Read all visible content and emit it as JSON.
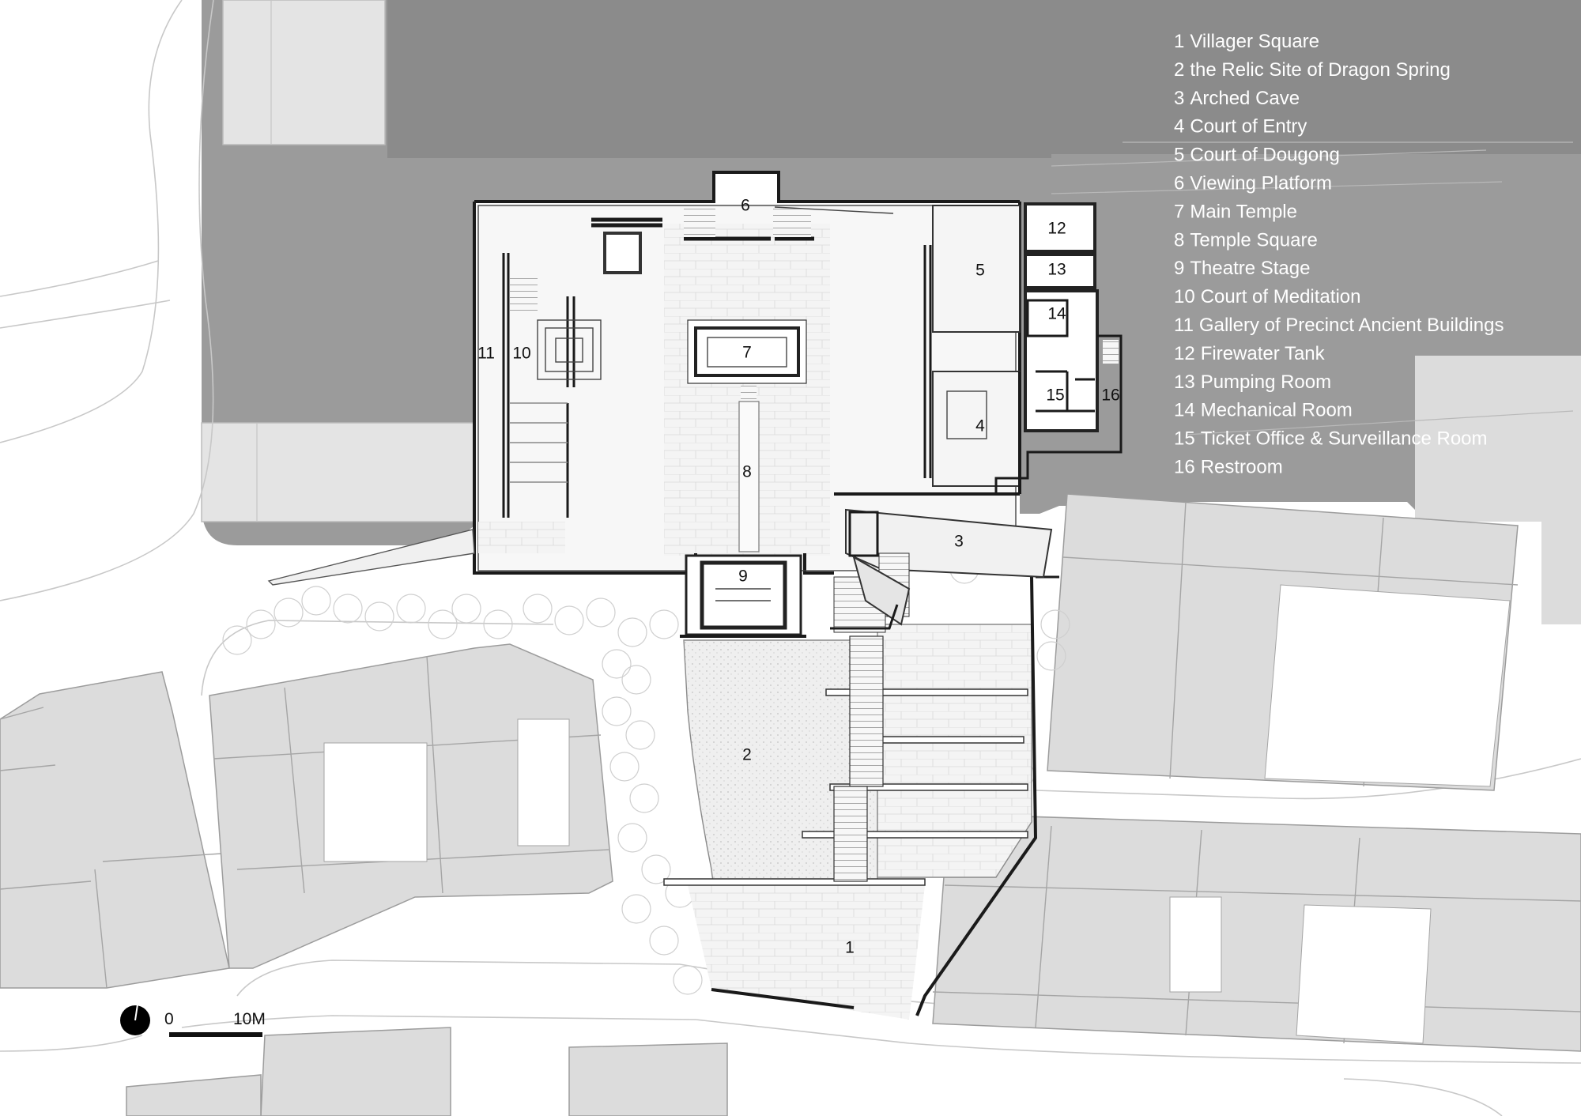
{
  "legend": [
    {
      "num": "1",
      "name": "Villager Square"
    },
    {
      "num": "2",
      "name": "the Relic Site of Dragon Spring"
    },
    {
      "num": "3",
      "name": "Arched Cave"
    },
    {
      "num": "4",
      "name": "Court of Entry"
    },
    {
      "num": "5",
      "name": "Court of Dougong"
    },
    {
      "num": "6",
      "name": "Viewing Platform"
    },
    {
      "num": "7",
      "name": "Main Temple"
    },
    {
      "num": "8",
      "name": "Temple Square"
    },
    {
      "num": "9",
      "name": "Theatre Stage"
    },
    {
      "num": "10",
      "name": "Court of Meditation"
    },
    {
      "num": "11",
      "name": "Gallery of Precinct Ancient Buildings"
    },
    {
      "num": "12",
      "name": "Firewater Tank"
    },
    {
      "num": "13",
      "name": "Pumping Room"
    },
    {
      "num": "14",
      "name": "Mechanical Room"
    },
    {
      "num": "15",
      "name": "Ticket Office & Surveillance Room"
    },
    {
      "num": "16",
      "name": "Restroom"
    }
  ],
  "plan_labels": {
    "l1": "1",
    "l2": "2",
    "l3": "3",
    "l4": "4",
    "l5": "5",
    "l6": "6",
    "l7": "7",
    "l8": "8",
    "l9": "9",
    "l10": "10",
    "l11": "11",
    "l12": "12",
    "l13": "13",
    "l14": "14",
    "l15": "15",
    "l16": "16"
  },
  "scale_bar": {
    "start": "0",
    "end": "10M"
  },
  "icons": {
    "north": "north-arrow-icon"
  },
  "colors": {
    "terrain_dark": "#8e8e8e",
    "terrain_mid": "#9d9d9d",
    "neighbour_building": "#dcdcdc",
    "courtyard_floor": "#f3f3f3",
    "legend_text": "#ffffff"
  }
}
